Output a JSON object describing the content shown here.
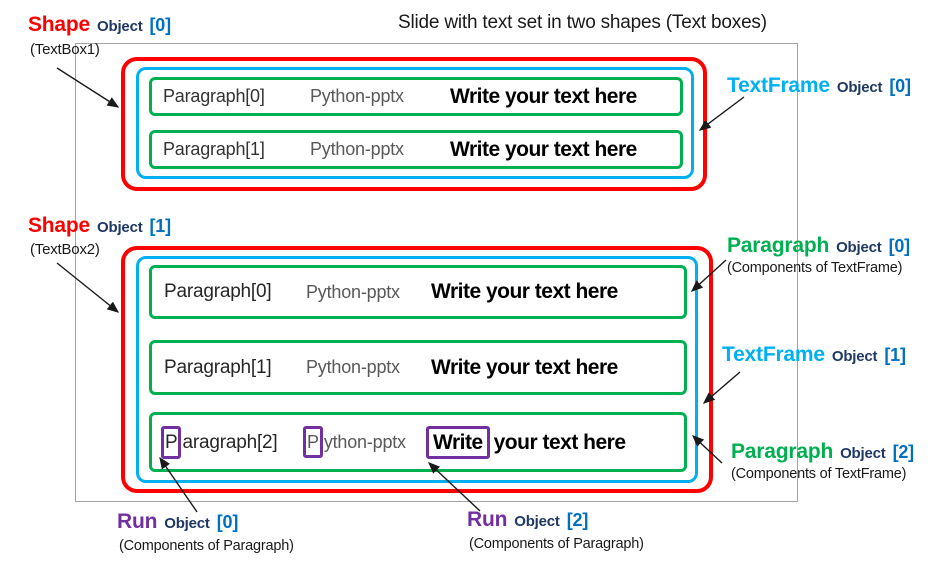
{
  "title": "Slide with text set in two shapes (Text boxes)",
  "labels": {
    "shape0": {
      "name": "Shape",
      "object_word": "Object",
      "index": "[0]",
      "sub": "(TextBox1)"
    },
    "shape1": {
      "name": "Shape",
      "object_word": "Object",
      "index": "[1]",
      "sub": "(TextBox2)"
    },
    "textframe0": {
      "name": "TextFrame",
      "object_word": "Object",
      "index": "[0]"
    },
    "textframe1": {
      "name": "TextFrame",
      "object_word": "Object",
      "index": "[1]"
    },
    "paragraph0": {
      "name": "Paragraph",
      "object_word": "Object",
      "index": "[0]",
      "sub": "(Components of TextFrame)"
    },
    "paragraph2": {
      "name": "Paragraph",
      "object_word": "Object",
      "index": "[2]",
      "sub": "(Components of TextFrame)"
    },
    "run0": {
      "name": "Run",
      "object_word": "Object",
      "index": "[0]",
      "sub": "(Components of Paragraph)"
    },
    "run2": {
      "name": "Run",
      "object_word": "Object",
      "index": "[2]",
      "sub": "(Components of Paragraph)"
    }
  },
  "textbox1": {
    "rows": [
      {
        "paragraph": "Paragraph[0]",
        "library": "Python-pptx",
        "text": "Write your text here"
      },
      {
        "paragraph": "Paragraph[1]",
        "library": "Python-pptx",
        "text": "Write your text here"
      }
    ]
  },
  "textbox2": {
    "rows": [
      {
        "paragraph": "Paragraph[0]",
        "library": "Python-pptx",
        "text": "Write your text here"
      },
      {
        "paragraph": "Paragraph[1]",
        "library": "Python-pptx",
        "text": "Write your text here"
      }
    ],
    "run_row": {
      "paragraph_boxed": "P",
      "paragraph_rest": "aragraph[2]",
      "library_boxed": "P",
      "library_rest": "ython-pptx",
      "text_boxed": "Write",
      "text_rest": "your text here"
    }
  },
  "colors": {
    "shape_red": "#FF0000",
    "textframe_cyan": "#00B0F0",
    "paragraph_green": "#00B050",
    "run_purple": "#7030A0",
    "object_navy": "#1F3864",
    "index_blue": "#0070C0",
    "slide_border_gray": "#A3A3A3",
    "library_gray": "#595959"
  }
}
